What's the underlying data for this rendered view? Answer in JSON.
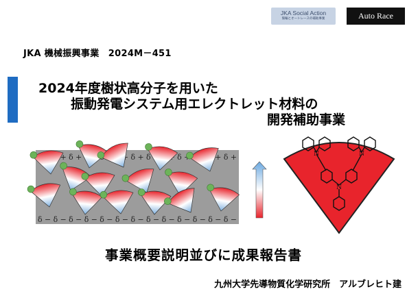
{
  "logos": {
    "jka": {
      "line1": "JKA Social Action",
      "line2": "競輪とオートレースの補助事業"
    },
    "autorace": "Auto Race"
  },
  "header": {
    "project_code": "JKA 機械振興事業　2024M－451"
  },
  "title": {
    "line1": "2024年度樹状高分子を用いた",
    "line2": "振動発電システム用エレクトレット材料の",
    "line3": "開発補助事業"
  },
  "figure": {
    "top_charge_label": "δ + δ + δ + δ + δ + δ + δ + δ + δ + δ + δ + δ + δ +",
    "bottom_charge_label": "δ − δ − δ − δ − δ − δ − δ − δ − δ − δ − δ − δ − δ −"
  },
  "report_title": "事業概要説明並びに成果報告書",
  "affiliation": "九州大学先導物質化学研究所　アルブレヒト建",
  "colors": {
    "accent_bar": "#1f6cc2",
    "panel_gray": "#9c9c9c",
    "ball_green": "#6db35a",
    "red": "#e8242c",
    "blue": "#7fb0df"
  }
}
